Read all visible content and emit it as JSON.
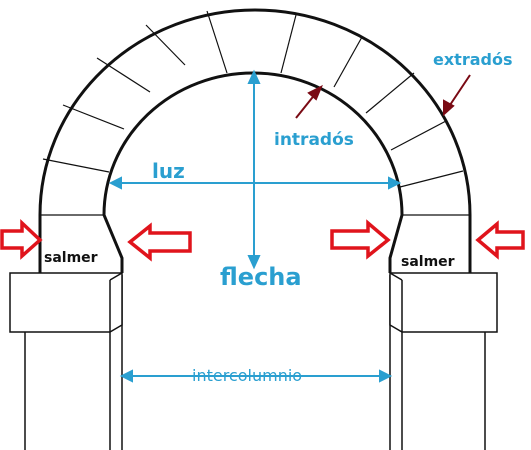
{
  "labels": {
    "extrados": "extradós",
    "intrados": "intradós",
    "luz": "luz",
    "flecha": "flecha",
    "salmer_left": "salmer",
    "salmer_right": "salmer",
    "intercolumnio": "intercolumnio"
  },
  "colors": {
    "annotation_blue": "#2a9fd0",
    "pointer_dark_red": "#7a0a14",
    "arrow_red": "#e0141c",
    "stone_line": "#111111"
  }
}
